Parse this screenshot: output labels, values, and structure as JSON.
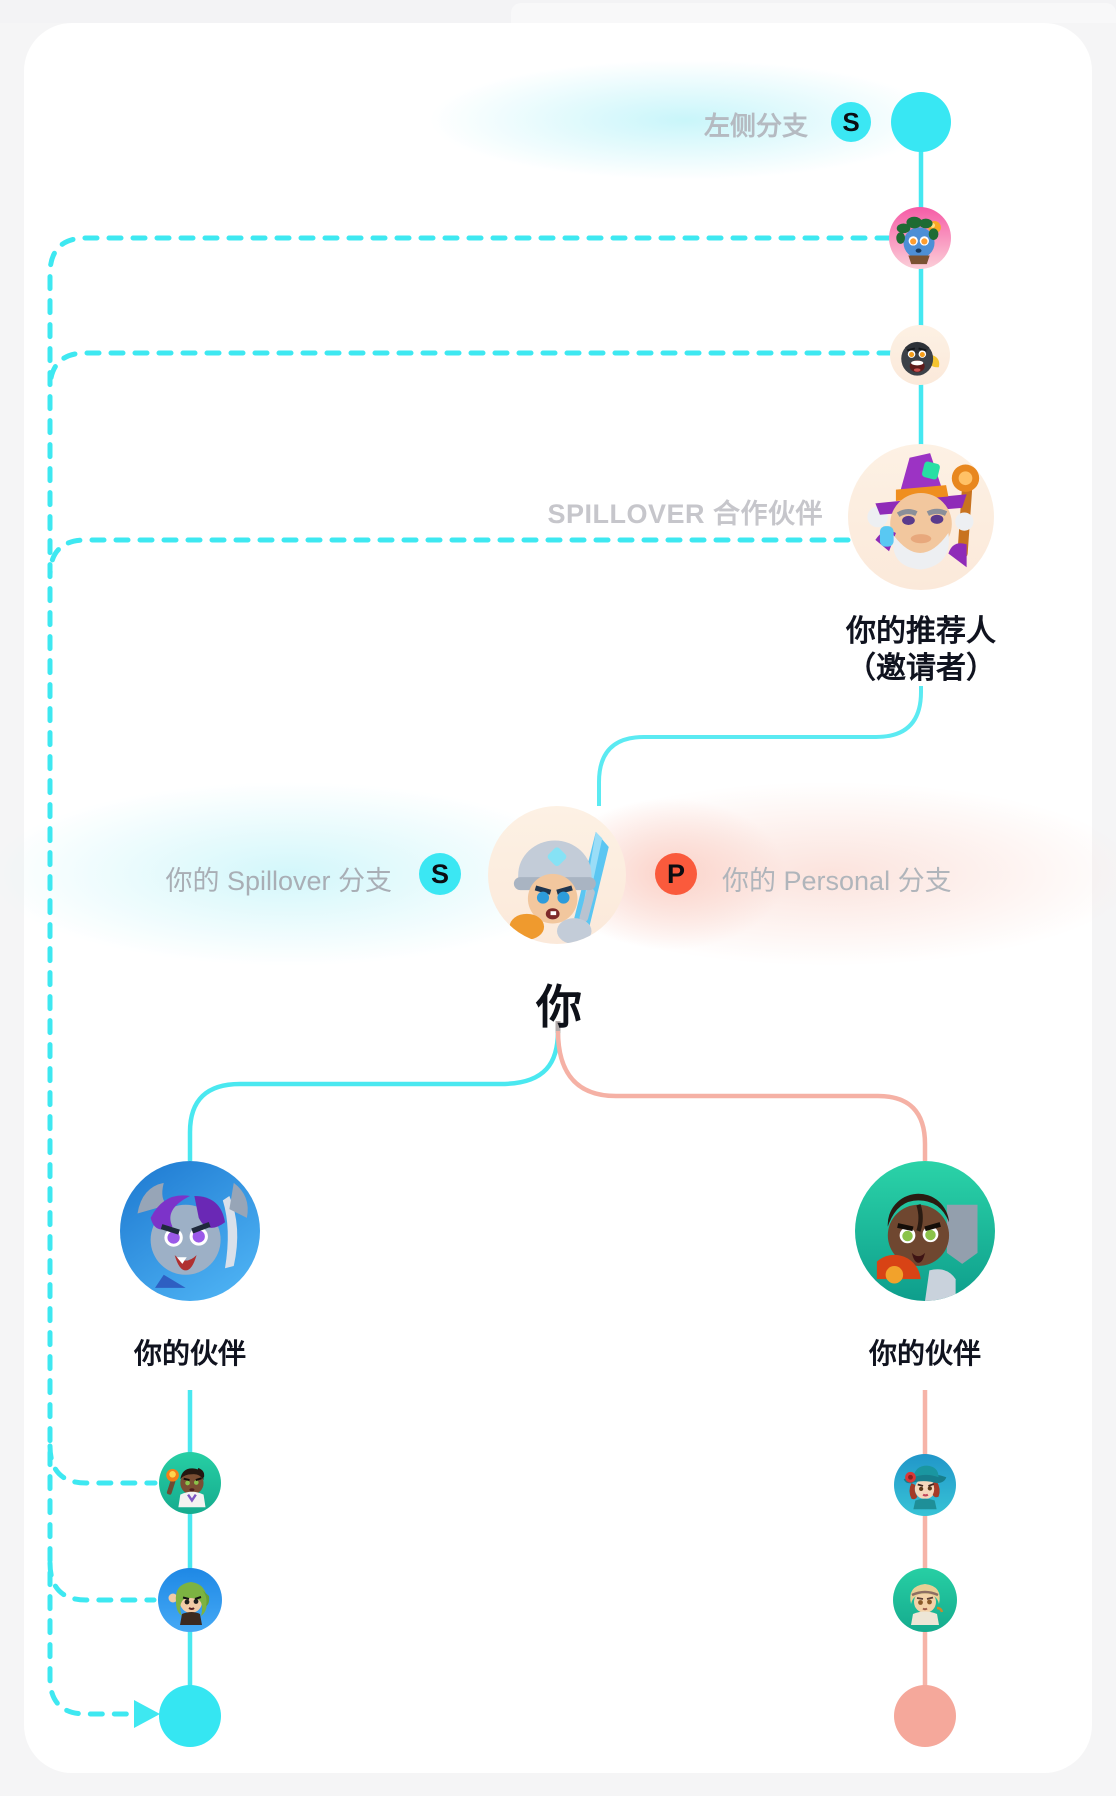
{
  "colors": {
    "accent_cyan": "#38e7f3",
    "accent_salmon": "#f5a89b",
    "badge_p_red": "#fa5a3c",
    "dashed_cyan": "#3ee8f1",
    "solid_cyan_line": "#49e8f0",
    "solid_salmon_line": "#f6b4a8",
    "muted_label": "#b5bac1",
    "dark_text": "#10131f",
    "card_bg": "#ffffff",
    "page_bg": "#f5f5f6"
  },
  "top_branch": {
    "label": "左侧分支",
    "badge": "S",
    "endpoint_icon": "cyan-circle-node"
  },
  "spillover_chain": {
    "label": "SPILLOVER 合作伙伴",
    "avatars": [
      "leaf-dryad-avatar",
      "gorilla-avatar"
    ]
  },
  "referrer": {
    "avatar": "wizard-avatar",
    "label_line1": "你的推荐人",
    "label_line2": "（邀请者）"
  },
  "you": {
    "avatar": "knight-avatar",
    "label": "你",
    "spillover_badge": "S",
    "spillover_label": "你的 Spillover 分支",
    "personal_badge": "P",
    "personal_label": "你的 Personal 分支"
  },
  "left_branch": {
    "partner_avatar": "horned-mage-avatar",
    "partner_label": "你的伙伴",
    "child_avatars": [
      "torch-fighter-avatar",
      "green-hair-elf-avatar"
    ],
    "endpoint_icon": "cyan-circle-node"
  },
  "right_branch": {
    "partner_avatar": "axe-warrior-avatar",
    "partner_label": "你的伙伴",
    "child_avatars": [
      "flower-hat-ranger-avatar",
      "laurel-blonde-avatar"
    ],
    "endpoint_icon": "salmon-circle-node"
  }
}
